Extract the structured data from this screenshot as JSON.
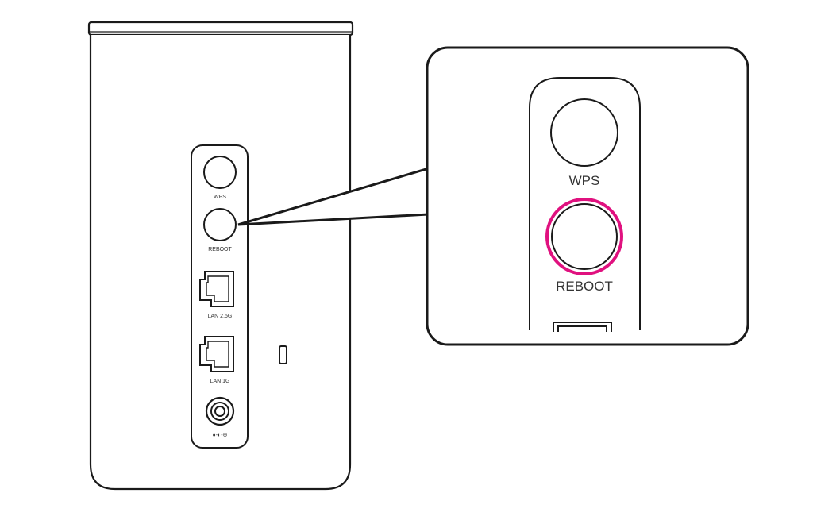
{
  "device": {
    "ports": {
      "wps_label": "WPS",
      "reboot_label": "REBOOT",
      "lan1_label": "LAN 2.5G",
      "lan2_label": "LAN 1G",
      "power_label": "●-◐-⊕"
    }
  },
  "callout": {
    "wps_label": "WPS",
    "reboot_label": "REBOOT"
  },
  "colors": {
    "outline": "#1a1a1a",
    "highlight": "#e0117f"
  }
}
